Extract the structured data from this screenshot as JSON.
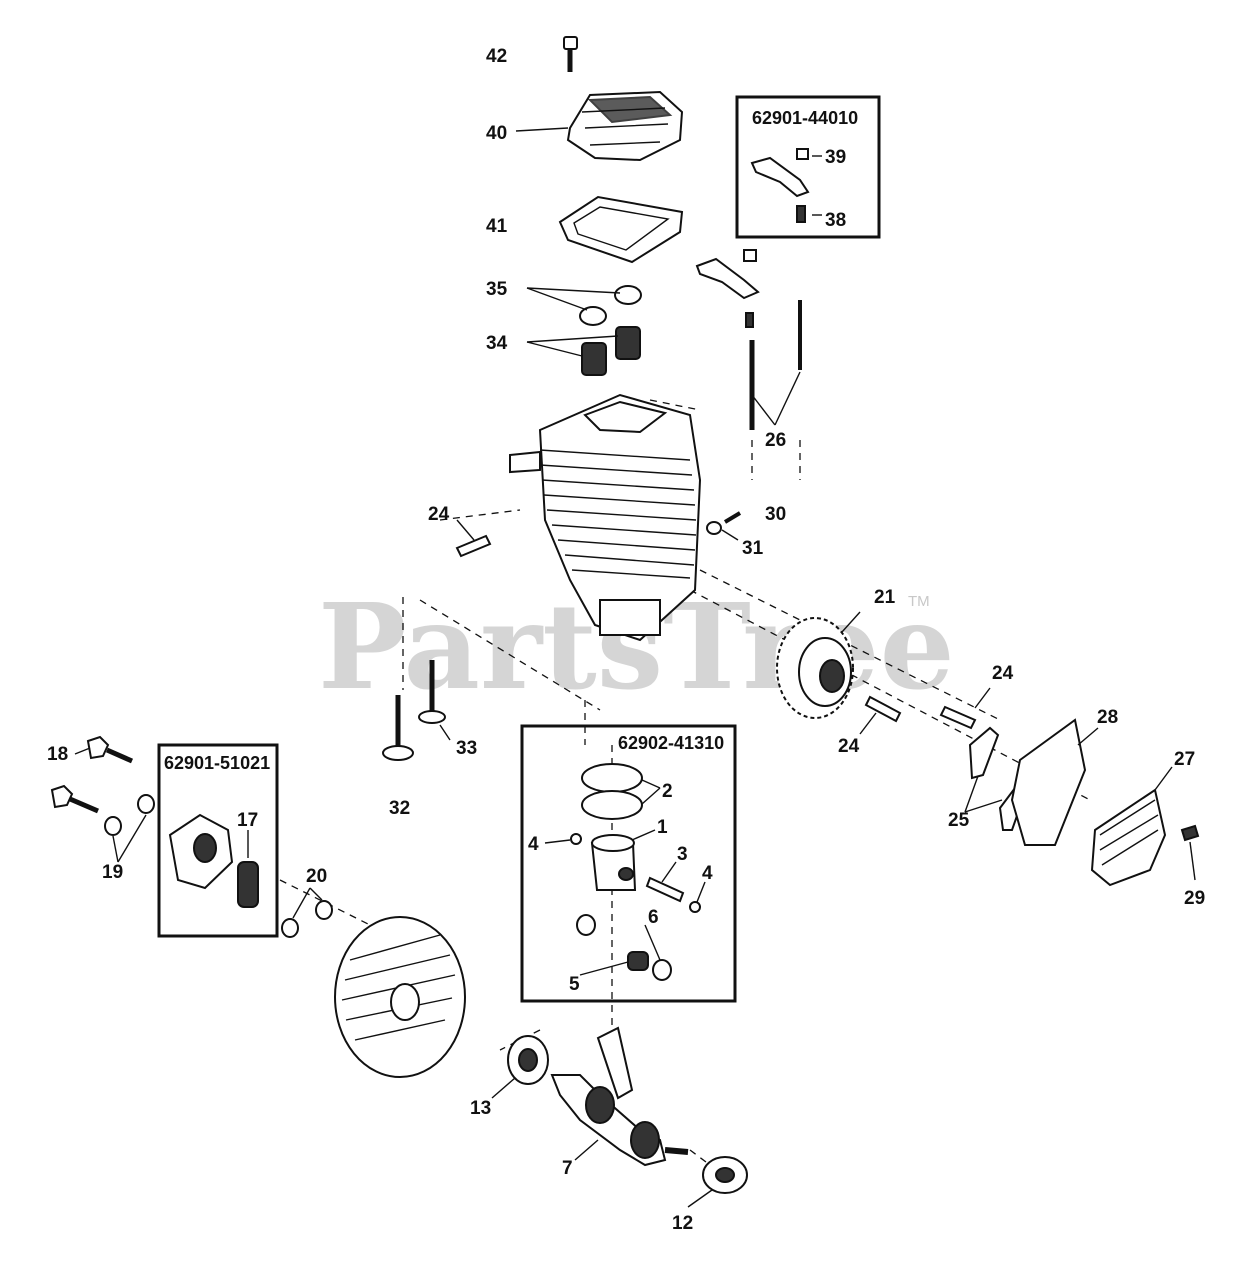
{
  "watermark": {
    "text": "PartsTree",
    "trademark": "TM"
  },
  "kits": [
    {
      "number": "62901-44010"
    },
    {
      "number": "62901-51021"
    },
    {
      "number": "62902-41310"
    }
  ],
  "callouts": {
    "c42": "42",
    "c40": "40",
    "c41": "41",
    "c35": "35",
    "c34": "34",
    "c39": "39",
    "c38": "38",
    "c26": "26",
    "c24a": "24",
    "c30": "30",
    "c31": "31",
    "c21": "21",
    "c24b": "24",
    "c24c": "24",
    "c28": "28",
    "c27": "27",
    "c25": "25",
    "c29": "29",
    "c33": "33",
    "c32": "32",
    "c18": "18",
    "c19": "19",
    "c17": "17",
    "c20": "20",
    "c2": "2",
    "c1": "1",
    "c4a": "4",
    "c3": "3",
    "c4b": "4",
    "c6": "6",
    "c5": "5",
    "c13": "13",
    "c7": "7",
    "c12": "12"
  },
  "colors": {
    "line": "#111111",
    "watermark": "#c8c8c8",
    "background": "#ffffff"
  }
}
